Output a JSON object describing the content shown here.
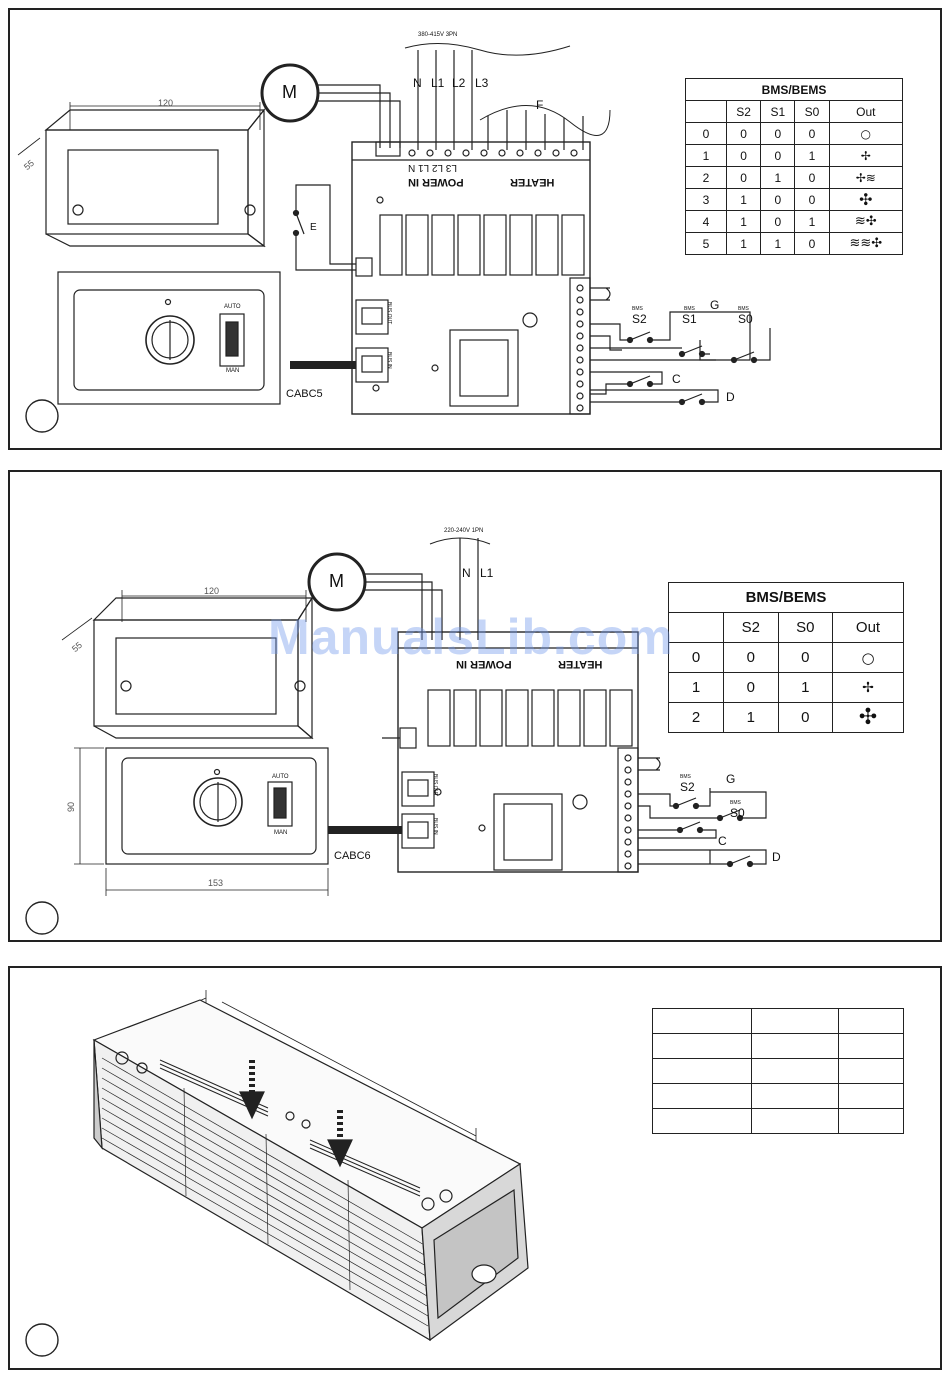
{
  "panel1": {
    "supply_label": "380-415V 3PN",
    "phase_labels": [
      "N",
      "L1",
      "L2",
      "L3"
    ],
    "fuse_label": "F",
    "motor_label": "M",
    "power_in_label": "POWER IN",
    "power_in_terminals": "L3 L2 L1 N",
    "heater_label": "HEATER",
    "enable_label": "E",
    "control_label": "CABC5",
    "switch_auto": "AUTO",
    "switch_man": "MAN",
    "bus_out": "BUS OUT",
    "bus_in": "BUS IN",
    "dim_width": "120",
    "dim_depth": "55",
    "switch_labels": [
      "S2",
      "S1",
      "S0"
    ],
    "switch_small": "BMS",
    "group_g": "G",
    "group_c": "C",
    "group_d": "D",
    "table": {
      "title": "BMS/BEMS",
      "headers": [
        "",
        "S2",
        "S1",
        "S0",
        "Out"
      ],
      "rows": [
        {
          "n": "0",
          "s2": "0",
          "s1": "0",
          "s0": "0",
          "out_icon": "off-circle"
        },
        {
          "n": "1",
          "s2": "0",
          "s1": "0",
          "s0": "1",
          "out_icon": "fan-low"
        },
        {
          "n": "2",
          "s2": "0",
          "s1": "1",
          "s0": "0",
          "out_icon": "heat-fan-low"
        },
        {
          "n": "3",
          "s2": "1",
          "s1": "0",
          "s0": "0",
          "out_icon": "fan-high"
        },
        {
          "n": "4",
          "s2": "1",
          "s1": "0",
          "s0": "1",
          "out_icon": "heat-fan-high"
        },
        {
          "n": "5",
          "s2": "1",
          "s1": "1",
          "s0": "0",
          "out_icon": "heat-fan-max"
        }
      ]
    }
  },
  "panel2": {
    "supply_label": "220-240V 1PN",
    "phase_labels": [
      "N",
      "L1"
    ],
    "motor_label": "M",
    "power_in_label": "POWER IN",
    "heater_label": "HEATER",
    "control_label": "CABC6",
    "switch_auto": "AUTO",
    "switch_man": "MAN",
    "bus_out": "BUS OUT",
    "bus_in": "BUS IN",
    "dim_width": "120",
    "dim_depth": "55",
    "dim_height": "90",
    "dim_bottom": "153",
    "switch_labels": [
      "S2",
      "S0"
    ],
    "switch_small": "BMS",
    "group_g": "G",
    "group_c": "C",
    "group_d": "D",
    "table": {
      "title": "BMS/BEMS",
      "headers": [
        "",
        "S2",
        "S0",
        "Out"
      ],
      "rows": [
        {
          "n": "0",
          "s2": "0",
          "s0": "0",
          "out_icon": "off-circle"
        },
        {
          "n": "1",
          "s2": "0",
          "s0": "1",
          "out_icon": "fan-low"
        },
        {
          "n": "2",
          "s2": "1",
          "s0": "0",
          "out_icon": "fan-high"
        }
      ]
    }
  },
  "watermark": "ManualsLib.com",
  "colors": {
    "line": "#222222",
    "watermark": "#6e96eb"
  }
}
